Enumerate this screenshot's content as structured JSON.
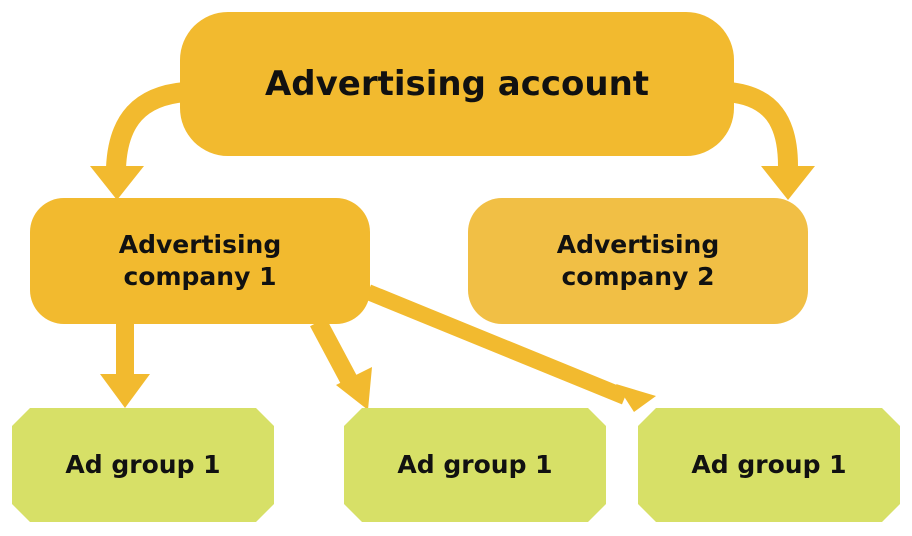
{
  "colors": {
    "arrow": "#F2BA2F",
    "root_fill": "#F2BA2F",
    "campaign_1_fill": "#F2BA2F",
    "campaign_2_fill": "#F1BF45",
    "group_fill": "#D7E067",
    "text": "#111111"
  },
  "diagram": {
    "root": {
      "label": "Advertising account"
    },
    "campaigns": [
      {
        "label": "Advertising\ncompany 1"
      },
      {
        "label": "Advertising\ncompany 2"
      }
    ],
    "ad_groups": [
      {
        "label": "Ad group 1"
      },
      {
        "label": "Ad group 1"
      },
      {
        "label": "Ad group 1"
      }
    ],
    "edges": [
      {
        "from": "root",
        "to": "campaign-1"
      },
      {
        "from": "root",
        "to": "campaign-2"
      },
      {
        "from": "campaign-1",
        "to": "ad-group-1"
      },
      {
        "from": "campaign-1",
        "to": "ad-group-2"
      },
      {
        "from": "campaign-1",
        "to": "ad-group-3"
      }
    ]
  }
}
